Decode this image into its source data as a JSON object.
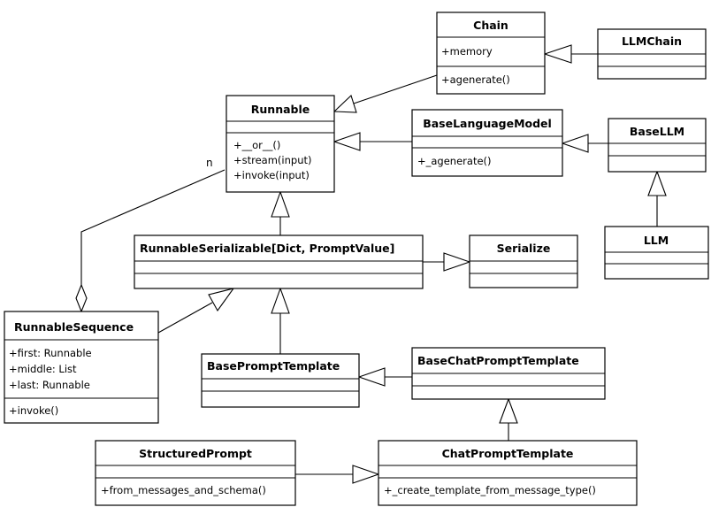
{
  "classes": {
    "chain": {
      "name": "Chain",
      "attributes": [
        "+memory"
      ],
      "methods": [
        "+agenerate()"
      ]
    },
    "llmchain": {
      "name": "LLMChain",
      "attributes": [],
      "methods": []
    },
    "runnable": {
      "name": "Runnable",
      "attributes": [],
      "methods": [
        "+__or__()",
        "+stream(input)",
        "+invoke(input)"
      ]
    },
    "baselanguagemodel": {
      "name": "BaseLanguageModel",
      "attributes": [],
      "methods": [
        "+_agenerate()"
      ]
    },
    "basellm": {
      "name": "BaseLLM",
      "attributes": [],
      "methods": []
    },
    "llm": {
      "name": "LLM",
      "attributes": [],
      "methods": []
    },
    "runnableserializable": {
      "name": "RunnableSerializable[Dict, PromptValue]",
      "attributes": [],
      "methods": []
    },
    "serialize": {
      "name": "Serialize",
      "attributes": [],
      "methods": []
    },
    "runnablesequence": {
      "name": "RunnableSequence",
      "attributes": [
        "+first: Runnable",
        "+middle: List",
        "+last: Runnable"
      ],
      "methods": [
        "+invoke()"
      ]
    },
    "baseprompttemplate": {
      "name": "BasePromptTemplate",
      "attributes": [],
      "methods": []
    },
    "basechatprompttemplate": {
      "name": "BaseChatPromptTemplate",
      "attributes": [],
      "methods": []
    },
    "structuredprompt": {
      "name": "StructuredPrompt",
      "attributes": [],
      "methods": [
        "+from_messages_and_schema()"
      ]
    },
    "chatprompttemplate": {
      "name": "ChatPromptTemplate",
      "attributes": [],
      "methods": [
        "+_create_template_from_message_type()"
      ]
    }
  },
  "relations": {
    "aggregation_multiplicity": "n"
  }
}
